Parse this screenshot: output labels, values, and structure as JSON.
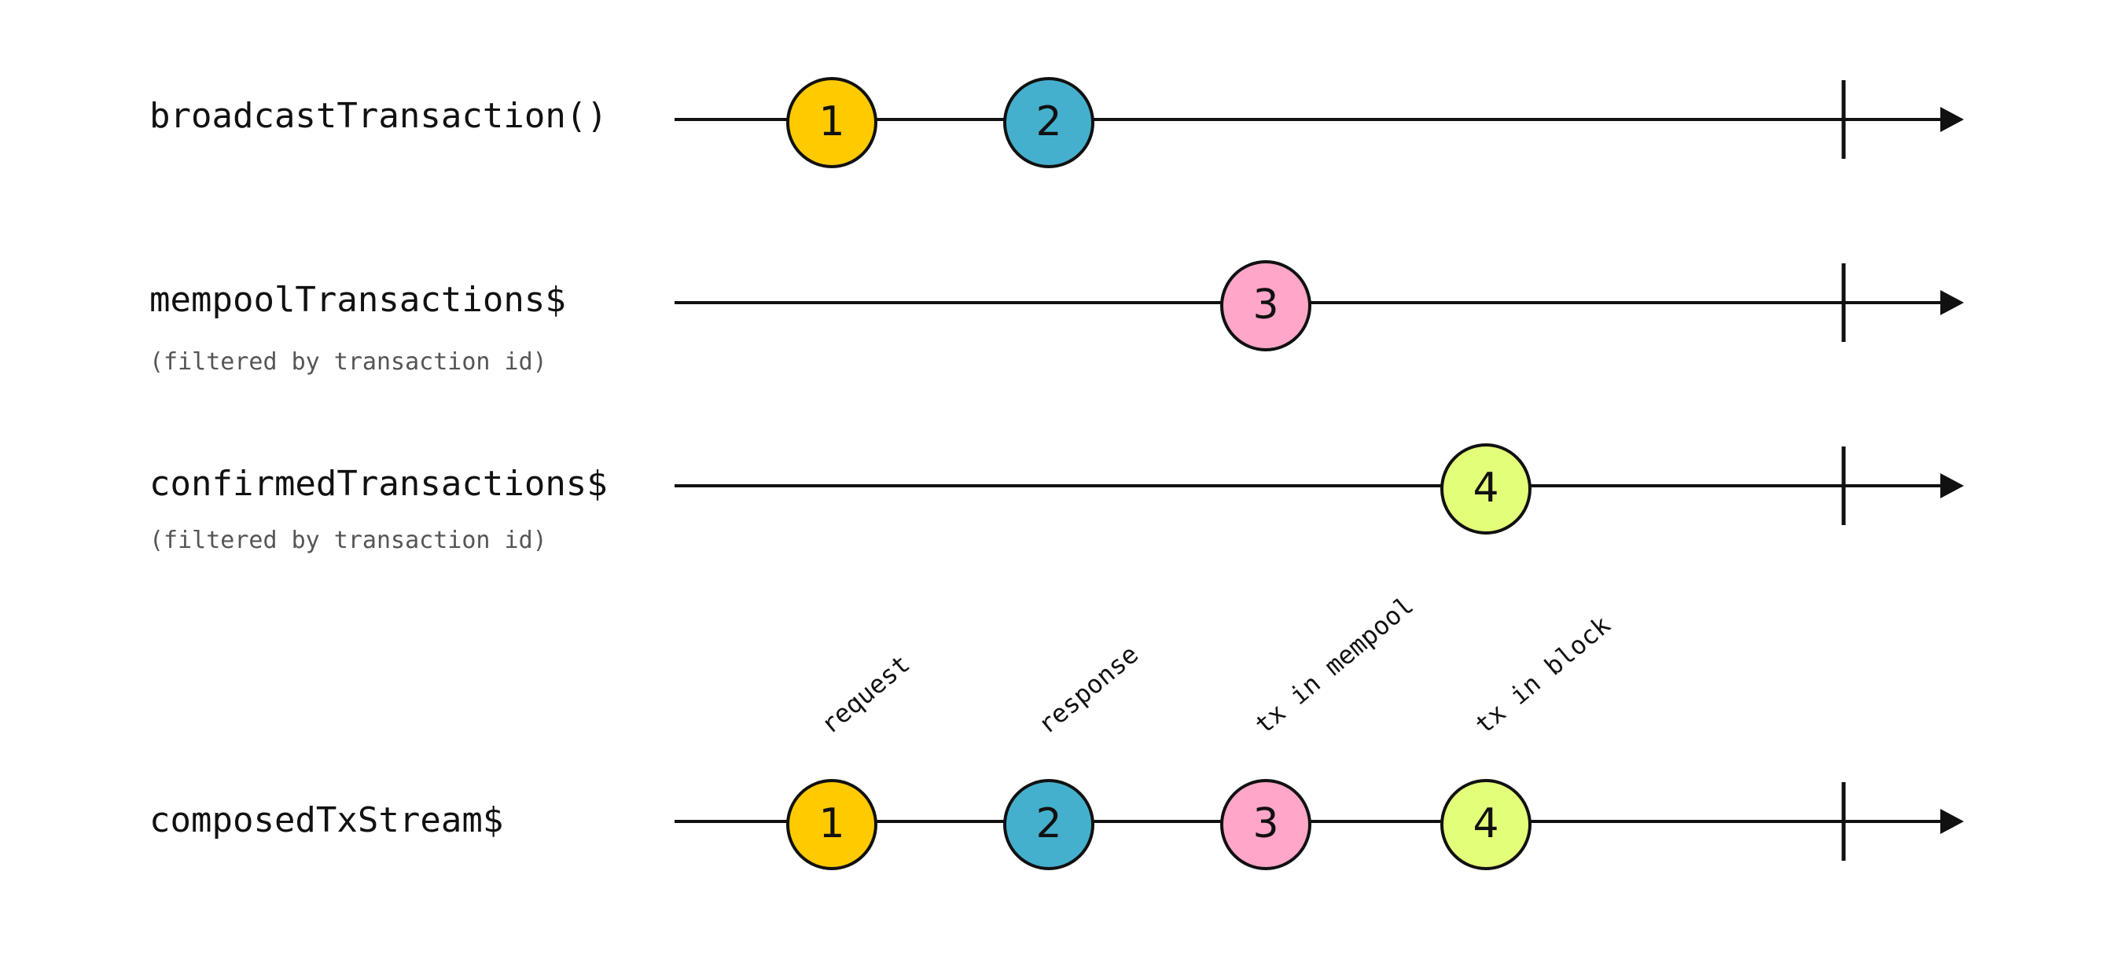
{
  "colors": {
    "line": "#111111",
    "yellow": "#ffca00",
    "blue": "#45b0cd",
    "pink": "#ffa6c9",
    "lime": "#e3ff7a"
  },
  "lanes": [
    {
      "label": "broadcastTransaction()",
      "sublabel": "",
      "marbles": [
        {
          "value": "1",
          "color": "yellow",
          "slot": 1
        },
        {
          "value": "2",
          "color": "blue",
          "slot": 2
        }
      ]
    },
    {
      "label": "mempoolTransactions$",
      "sublabel": "(filtered by transaction id)",
      "marbles": [
        {
          "value": "3",
          "color": "pink",
          "slot": 3
        }
      ]
    },
    {
      "label": "confirmedTransactions$",
      "sublabel": "(filtered by transaction id)",
      "marbles": [
        {
          "value": "4",
          "color": "lime",
          "slot": 4
        }
      ]
    },
    {
      "label": "composedTxStream$",
      "sublabel": "",
      "marbles": [
        {
          "value": "1",
          "color": "yellow",
          "slot": 1
        },
        {
          "value": "2",
          "color": "blue",
          "slot": 2
        },
        {
          "value": "3",
          "color": "pink",
          "slot": 3
        },
        {
          "value": "4",
          "color": "lime",
          "slot": 4
        }
      ]
    }
  ],
  "annotations": [
    {
      "text": "request",
      "slot": 1
    },
    {
      "text": "response",
      "slot": 2
    },
    {
      "text": "tx in mempool",
      "slot": 3
    },
    {
      "text": "tx in block",
      "slot": 4
    }
  ]
}
